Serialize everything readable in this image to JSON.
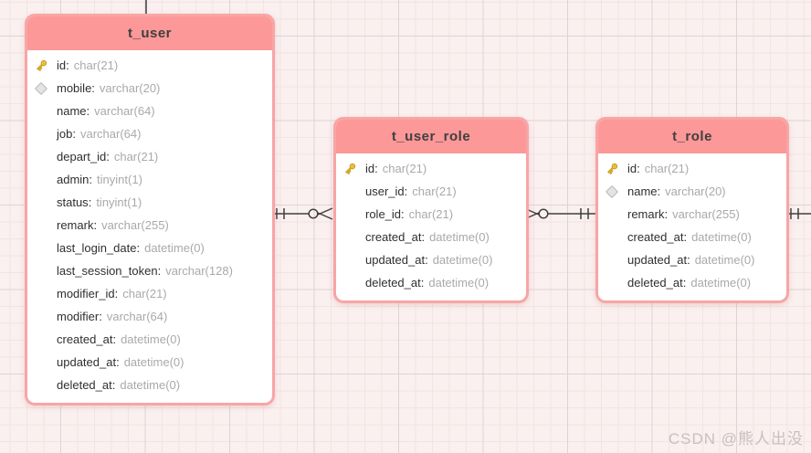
{
  "watermark": {
    "text": "CSDN @熊人出没",
    "color": "#c9bfbf"
  },
  "colors": {
    "canvas_background": "#faf0ef",
    "grid_minor": "#f2e4e3",
    "grid_major": "#dcd4d3",
    "table_header_bg": "#fc9898",
    "table_border": "#f8a5a5",
    "table_body_bg": "#ffffff",
    "header_text": "#3f3f3f",
    "field_name_text": "#2f2f2f",
    "field_type_text": "#a9a9a9",
    "relationship_line": "#3f3f3f",
    "key_icon": "#f6c73c",
    "diamond_icon": "#e4e4e4"
  },
  "tables": [
    {
      "name": "t_user",
      "fields": [
        {
          "name": "id",
          "type": "char(21)",
          "icon": "key"
        },
        {
          "name": "mobile",
          "type": "varchar(20)",
          "icon": "diamond"
        },
        {
          "name": "name",
          "type": "varchar(64)",
          "icon": "none"
        },
        {
          "name": "job",
          "type": "varchar(64)",
          "icon": "none"
        },
        {
          "name": "depart_id",
          "type": "char(21)",
          "icon": "none"
        },
        {
          "name": "admin",
          "type": "tinyint(1)",
          "icon": "none"
        },
        {
          "name": "status",
          "type": "tinyint(1)",
          "icon": "none"
        },
        {
          "name": "remark",
          "type": "varchar(255)",
          "icon": "none"
        },
        {
          "name": "last_login_date",
          "type": "datetime(0)",
          "icon": "none"
        },
        {
          "name": "last_session_token",
          "type": "varchar(128)",
          "icon": "none"
        },
        {
          "name": "modifier_id",
          "type": "char(21)",
          "icon": "none"
        },
        {
          "name": "modifier",
          "type": "varchar(64)",
          "icon": "none"
        },
        {
          "name": "created_at",
          "type": "datetime(0)",
          "icon": "none"
        },
        {
          "name": "updated_at",
          "type": "datetime(0)",
          "icon": "none"
        },
        {
          "name": "deleted_at",
          "type": "datetime(0)",
          "icon": "none"
        }
      ]
    },
    {
      "name": "t_user_role",
      "fields": [
        {
          "name": "id",
          "type": "char(21)",
          "icon": "key"
        },
        {
          "name": "user_id",
          "type": "char(21)",
          "icon": "none"
        },
        {
          "name": "role_id",
          "type": "char(21)",
          "icon": "none"
        },
        {
          "name": "created_at",
          "type": "datetime(0)",
          "icon": "none"
        },
        {
          "name": "updated_at",
          "type": "datetime(0)",
          "icon": "none"
        },
        {
          "name": "deleted_at",
          "type": "datetime(0)",
          "icon": "none"
        }
      ]
    },
    {
      "name": "t_role",
      "fields": [
        {
          "name": "id",
          "type": "char(21)",
          "icon": "key"
        },
        {
          "name": "name",
          "type": "varchar(20)",
          "icon": "diamond"
        },
        {
          "name": "remark",
          "type": "varchar(255)",
          "icon": "none"
        },
        {
          "name": "created_at",
          "type": "datetime(0)",
          "icon": "none"
        },
        {
          "name": "updated_at",
          "type": "datetime(0)",
          "icon": "none"
        },
        {
          "name": "deleted_at",
          "type": "datetime(0)",
          "icon": "none"
        }
      ]
    }
  ],
  "relationships": [
    {
      "from": "t_user",
      "to": "t_user_role",
      "from_cardinality": "exactly-one",
      "to_cardinality": "zero-or-many"
    },
    {
      "from": "t_role",
      "to": "t_user_role",
      "from_cardinality": "exactly-one",
      "to_cardinality": "zero-or-many"
    },
    {
      "from": "t_role",
      "to": "offscreen-right",
      "from_cardinality": "exactly-one",
      "to_cardinality": "unknown"
    },
    {
      "from": "t_user",
      "to": "offscreen-top",
      "from_cardinality": "unknown",
      "to_cardinality": "unknown"
    }
  ]
}
